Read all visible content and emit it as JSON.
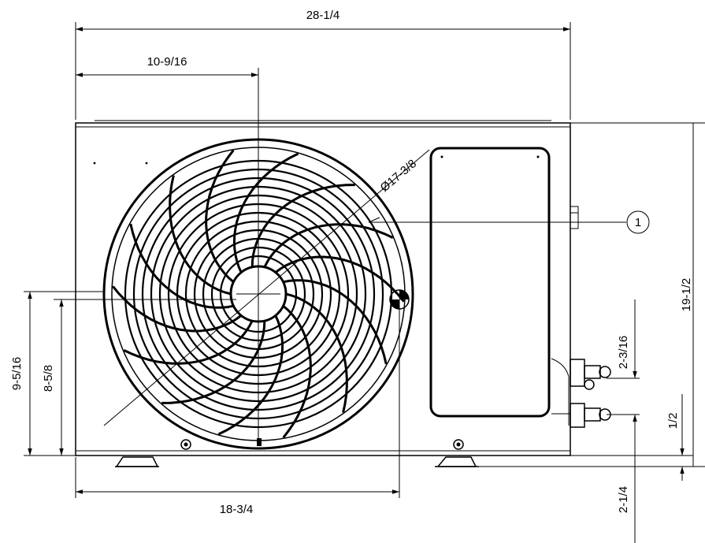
{
  "dimensions": {
    "overall_width": "28-1/4",
    "fan_center_from_left": "10-9/16",
    "fan_diameter": "Ø17-3/8",
    "left_bolt_to_right_bolt": "18-3/4",
    "fan_center_height_outer": "9-5/16",
    "fan_center_height_inner": "8-5/8",
    "overall_height": "19-1/2",
    "valve_spacing": "2-3/16",
    "lower_valve_height": "1/2",
    "foot_height": "2-1/4"
  },
  "callouts": {
    "item_1": "1"
  }
}
